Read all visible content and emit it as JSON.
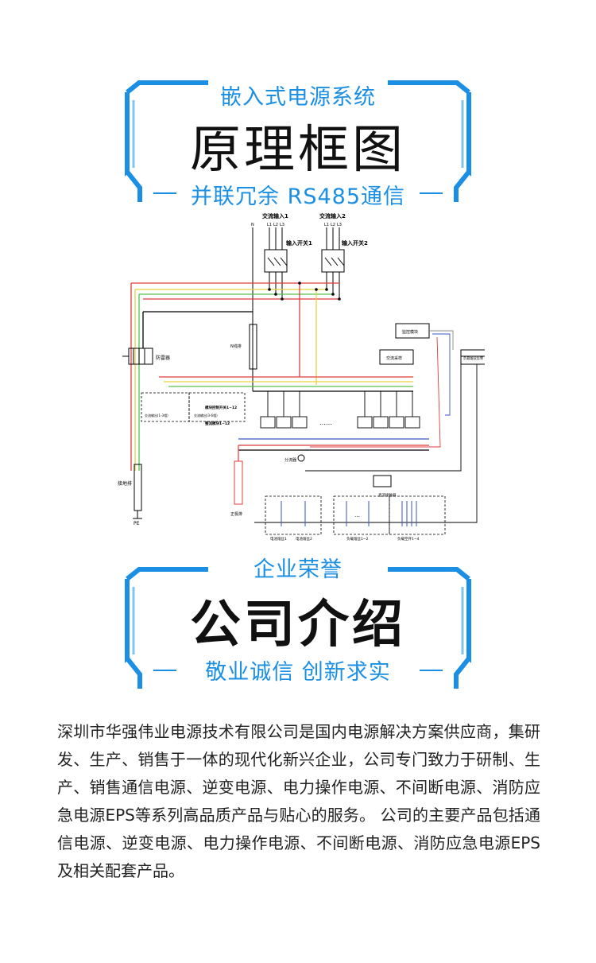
{
  "section1": {
    "subtitle": "嵌入式电源系统",
    "title": "原理框图",
    "slogan": "并联冗余 RS485通信"
  },
  "diagram": {
    "labels": {
      "ac_in1": "交流输入1",
      "ac_in2": "交流输入2",
      "l1": "L1",
      "l2": "L2",
      "l3": "L3",
      "n": "N",
      "switch1": "输入开关1",
      "switch2": "输入开关2",
      "monitor": "监控模块",
      "ac_sample": "交流采样",
      "load_fuse_alarm": "负载熔丝告警",
      "n_bar": "N线排",
      "spd": "防雷器",
      "ground_bar": "接地排",
      "pe": "PE",
      "rect_module1": "交流输出(1-3相)",
      "rect_module2": "交流输出(3-6相)",
      "module_ctrl": "模块控制开关1~12",
      "rect_modules": "整流模块1~12",
      "ellipsis": "……",
      "shunt": "分流器",
      "positive_bar": "正极排",
      "contactor": "直流接触器",
      "battery_fuse1": "电池熔丝1",
      "battery_fuse2": "电池熔丝2",
      "load_fuse": "负载熔丝1~2",
      "load_breaker": "负载空开1~4",
      "mid_ellipsis": "…"
    }
  },
  "section2": {
    "subtitle": "企业荣誉",
    "title": "公司介绍",
    "slogan": "敬业诚信  创新求实"
  },
  "intro": {
    "text": "深圳市华强伟业电源技术有限公司是国内电源解决方案供应商，集研发、生产、销售于一体的现代化新兴企业，公司专门致力于研制、生产、销售通信电源、逆变电源、电力操作电源、不间断电源、消防应急电源EPS等系列高品质产品与贴心的服务。 公司的主要产品包括通信电源、逆变电源、电力操作电源、不间断电源、消防应急电源EPS及相关配套产品。"
  },
  "colors": {
    "accent": "#1a8fe3",
    "frame_light": "#7fc4f2"
  }
}
